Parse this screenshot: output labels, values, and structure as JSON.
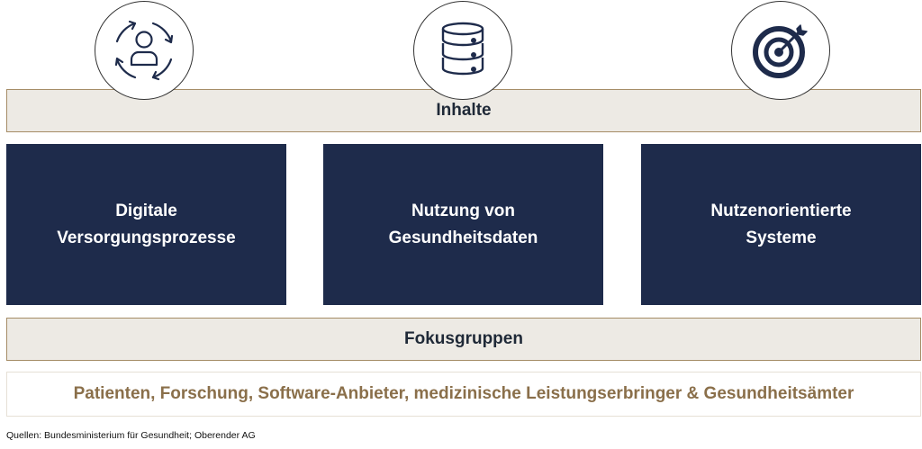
{
  "header": {
    "label": "Inhalte"
  },
  "icons": [
    "person-cycle-icon",
    "database-icon",
    "target-icon"
  ],
  "boxes": [
    {
      "line1": "Digitale",
      "line2": "Versorgungsprozesse"
    },
    {
      "line1": "Nutzung von",
      "line2": "Gesundheitsdaten"
    },
    {
      "line1": "Nutzenorientierte",
      "line2": "Systeme"
    }
  ],
  "focus": {
    "label": "Fokusgruppen",
    "groups": "Patienten, Forschung, Software-Anbieter, medizinische Leistungserbringer & Gesundheitsämter"
  },
  "source": "Quellen: Bundesministerium für Gesundheit; Oberender AG",
  "colors": {
    "navy": "#1e2b4b",
    "beige": "#edeae4",
    "gold": "#a58c66",
    "accent_text": "#8a6f4a"
  }
}
